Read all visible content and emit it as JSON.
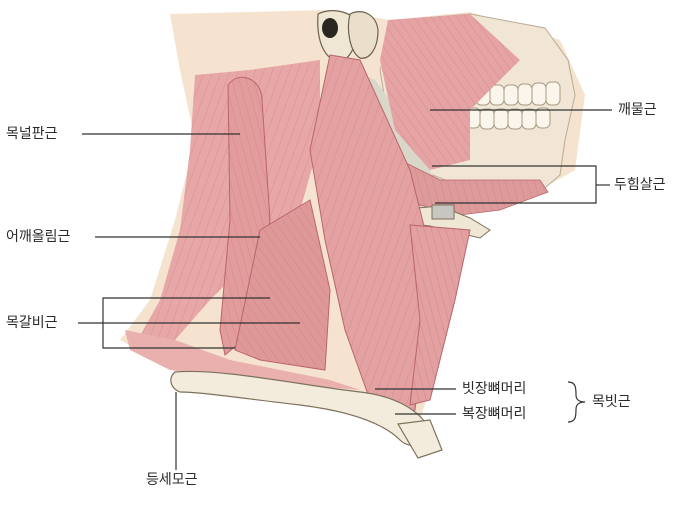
{
  "labels": {
    "splenius": "목널판근",
    "levator_scapulae": "어깨올림근",
    "scalenes": "목갈비근",
    "trapezius": "등세모근",
    "masseter": "깨물근",
    "digastric": "두힘살근",
    "sternal_head": "빗장뼈머리",
    "clavicular_head": "복장뼈머리",
    "sternocleidomastoid": "목빗근"
  },
  "colors": {
    "skin": "#f5e3cf",
    "muscle": "#e6a3a3",
    "muscle_dark": "#b9656b",
    "bone": "#f3ecdc",
    "bone_outline": "#9c8f78",
    "cavity": "#d9d6ca",
    "leader": "#333333"
  }
}
